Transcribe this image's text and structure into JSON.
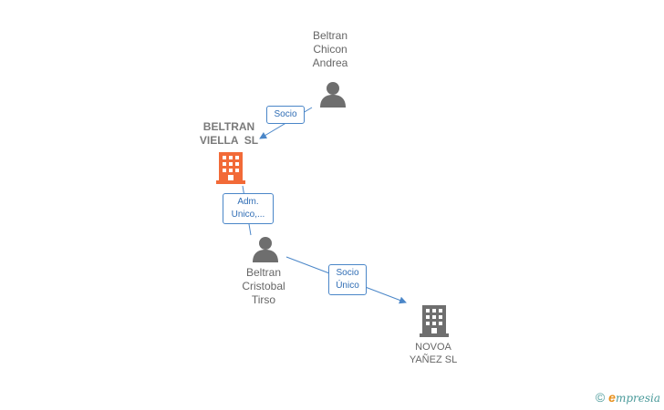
{
  "nodes": {
    "andrea": {
      "lines": [
        "Beltran",
        "Chicon",
        "Andrea"
      ],
      "type": "person",
      "color": "#6e6e6e"
    },
    "beltran_viella": {
      "lines": [
        "BELTRAN",
        "VIELLA  SL"
      ],
      "type": "company",
      "color": "#f26a38"
    },
    "tirso": {
      "lines": [
        "Beltran",
        "Cristobal",
        "Tirso"
      ],
      "type": "person",
      "color": "#6e6e6e"
    },
    "novoa": {
      "lines": [
        "NOVOA",
        "YAÑEZ SL"
      ],
      "type": "company",
      "color": "#6e6e6e"
    }
  },
  "relations": {
    "andrea_to_viella": {
      "lines": [
        "Socio"
      ]
    },
    "tirso_to_viella": {
      "lines": [
        "Adm.",
        "Unico,..."
      ]
    },
    "tirso_to_novoa": {
      "lines": [
        "Socio",
        "Único"
      ]
    }
  },
  "brand": {
    "copyright": "©",
    "e": "e",
    "rest": "mpresia"
  },
  "colors": {
    "edge": "#4a86c8",
    "relation_text": "#2f6db5"
  }
}
